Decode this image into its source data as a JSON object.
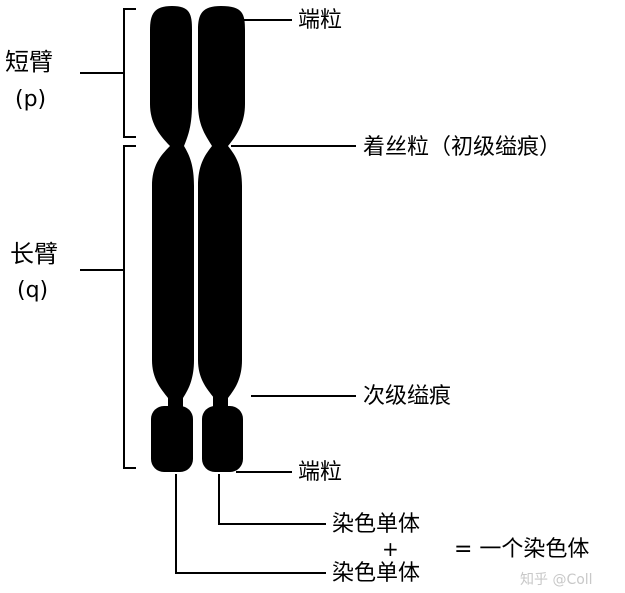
{
  "colors": {
    "chromatid": "#000000",
    "line": "#000000",
    "background": "#ffffff",
    "watermark": "#c8c8c8"
  },
  "labels": {
    "short_arm": "短臂",
    "short_arm_symbol": "(p)",
    "long_arm": "长臂",
    "long_arm_symbol": "(q)",
    "telomere_top": "端粒",
    "centromere": "着丝粒（初级缢痕）",
    "secondary_constriction": "次级缢痕",
    "telomere_bottom": "端粒",
    "chromatid_1": "染色单体",
    "plus": "+",
    "chromatid_2": "染色单体",
    "equals_one_chromosome": "= 一个染色体"
  },
  "watermark": "知乎 @Coll"
}
